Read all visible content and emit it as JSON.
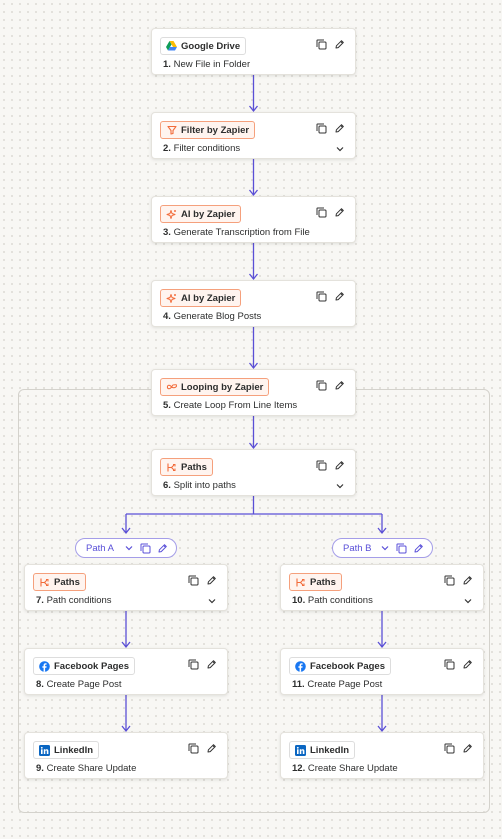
{
  "steps": [
    {
      "app": "Google Drive",
      "num": "1.",
      "title": "New File in Folder",
      "icon": "google-drive-icon",
      "style": "plain",
      "chevron": false
    },
    {
      "app": "Filter by Zapier",
      "num": "2.",
      "title": "Filter conditions",
      "icon": "filter-icon",
      "style": "orange",
      "chevron": true
    },
    {
      "app": "AI by Zapier",
      "num": "3.",
      "title": "Generate Transcription from File",
      "icon": "ai-sparkle-icon",
      "style": "orange",
      "chevron": false
    },
    {
      "app": "AI by Zapier",
      "num": "4.",
      "title": "Generate Blog Posts",
      "icon": "ai-sparkle-icon",
      "style": "orange",
      "chevron": false
    },
    {
      "app": "Looping by Zapier",
      "num": "5.",
      "title": "Create Loop From Line Items",
      "icon": "loop-icon",
      "style": "orange",
      "chevron": false
    },
    {
      "app": "Paths",
      "num": "6.",
      "title": "Split into paths",
      "icon": "paths-icon",
      "style": "orange",
      "chevron": true
    }
  ],
  "paths": [
    {
      "label": "Path A",
      "steps": [
        {
          "app": "Paths",
          "num": "7.",
          "title": "Path conditions",
          "icon": "paths-icon",
          "style": "orange",
          "chevron": true
        },
        {
          "app": "Facebook Pages",
          "num": "8.",
          "title": "Create Page Post",
          "icon": "facebook-icon",
          "style": "plain",
          "chevron": false
        },
        {
          "app": "LinkedIn",
          "num": "9.",
          "title": "Create Share Update",
          "icon": "linkedin-icon",
          "style": "plain",
          "chevron": false
        }
      ]
    },
    {
      "label": "Path B",
      "steps": [
        {
          "app": "Paths",
          "num": "10.",
          "title": "Path conditions",
          "icon": "paths-icon",
          "style": "orange",
          "chevron": true
        },
        {
          "app": "Facebook Pages",
          "num": "11.",
          "title": "Create Page Post",
          "icon": "facebook-icon",
          "style": "plain",
          "chevron": false
        },
        {
          "app": "LinkedIn",
          "num": "12.",
          "title": "Create Share Update",
          "icon": "linkedin-icon",
          "style": "plain",
          "chevron": false
        }
      ]
    }
  ],
  "colors": {
    "connector": "#5a4fd6",
    "orange_accent": "#f26b3a",
    "facebook": "#1877f2",
    "linkedin": "#0a66c2",
    "path_pill_border": "#a49de8"
  }
}
